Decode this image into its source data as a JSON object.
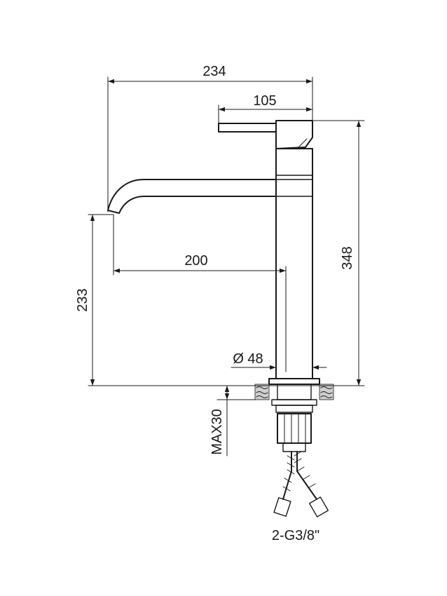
{
  "dimensions": {
    "overall_width": "234",
    "handle_length": "105",
    "overall_height": "348",
    "spout_reach": "200",
    "spout_height": "233",
    "body_diameter": "Ø 48",
    "max_deck_thickness": "MAX30",
    "hose_connection": "2-G3/8\""
  }
}
